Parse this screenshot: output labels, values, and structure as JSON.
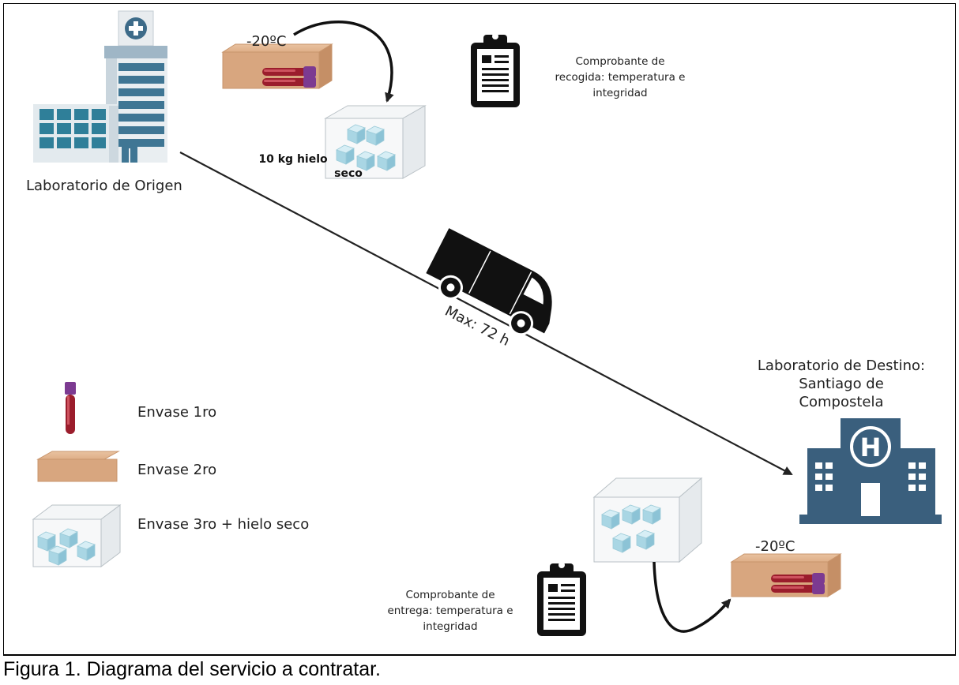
{
  "origin": {
    "label": "Laboratorio de Origen",
    "temp": "-20ºC",
    "ice_label_1": "10 kg hielo",
    "ice_label_2": "seco",
    "receipt_1": "Comprobante  de",
    "receipt_2": "recogida: temperatura e",
    "receipt_3": "integridad"
  },
  "route": {
    "duration": "Max: 72 h"
  },
  "destination": {
    "label_1": "Laboratorio de Destino:",
    "label_2": "Santiago de",
    "label_3": "Compostela",
    "temp": "-20ºC",
    "receipt_1": "Comprobante  de",
    "receipt_2": "entrega: temperatura e",
    "receipt_3": "integridad"
  },
  "legend": {
    "items": [
      {
        "label": "Envase 1ro",
        "icon": "blood-tube-icon"
      },
      {
        "label": "Envase 2ro",
        "icon": "cardboard-box-icon"
      },
      {
        "label": "Envase 3ro + hielo seco",
        "icon": "dry-ice-box-icon"
      }
    ]
  },
  "caption": "Figura 1. Diagrama del servicio a contratar.",
  "colors": {
    "building_blue": "#3d6b89",
    "hospital_blue": "#3a5f7d",
    "box_brown": "#d8a67f",
    "tube_purple": "#7a3c8c",
    "tube_red": "#a01f2e",
    "ice_blue": "#b9dde8"
  }
}
